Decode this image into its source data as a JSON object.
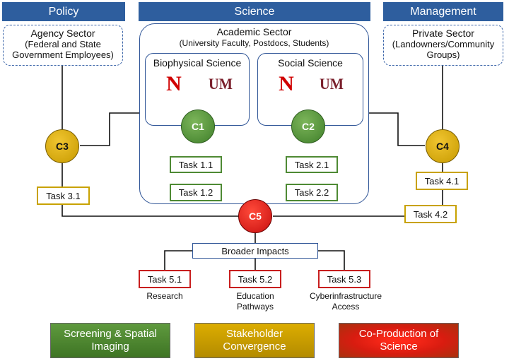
{
  "headers": {
    "policy": "Policy",
    "science": "Science",
    "management": "Management"
  },
  "sectors": {
    "agency": {
      "title": "Agency Sector",
      "line1": "(Federal and State",
      "line2": "Government Employees)"
    },
    "academic": {
      "title": "Academic Sector",
      "subtitle": "(University Faculty, Postdocs, Students)"
    },
    "private": {
      "title": "Private Sector",
      "line1": "(Landowners/Community",
      "line2": "Groups)"
    }
  },
  "groups": {
    "biophysical": "Biophysical Science",
    "social": "Social Science"
  },
  "nodes": {
    "c1": "C1",
    "c2": "C2",
    "c3": "C3",
    "c4": "C4",
    "c5": "C5"
  },
  "tasks": {
    "t11": "Task 1.1",
    "t12": "Task 1.2",
    "t21": "Task 2.1",
    "t22": "Task 2.2",
    "t31": "Task 3.1",
    "t41": "Task 4.1",
    "t42": "Task 4.2",
    "t51": "Task 5.1",
    "t52": "Task 5.2",
    "t53": "Task 5.3"
  },
  "broader_impacts": "Broader Impacts",
  "impact_labels": {
    "research": "Research",
    "education_1": "Education",
    "education_2": "Pathways",
    "cyber_1": "Cyberinfrastructure",
    "cyber_2": "Access"
  },
  "legend": {
    "screening_1": "Screening & Spatial",
    "screening_2": "Imaging",
    "stakeholder_1": "Stakeholder",
    "stakeholder_2": "Convergence",
    "coproduction_1": "Co-Production of",
    "coproduction_2": "Science"
  },
  "colors": {
    "header_blue": "#2e5e9e",
    "green": "#4e8a34",
    "gold": "#c8a200",
    "red": "#c81e1e",
    "unl_red": "#d00000",
    "umt_maroon": "#7a1f2b"
  },
  "logos": {
    "unl": "N",
    "umt": "UM"
  }
}
